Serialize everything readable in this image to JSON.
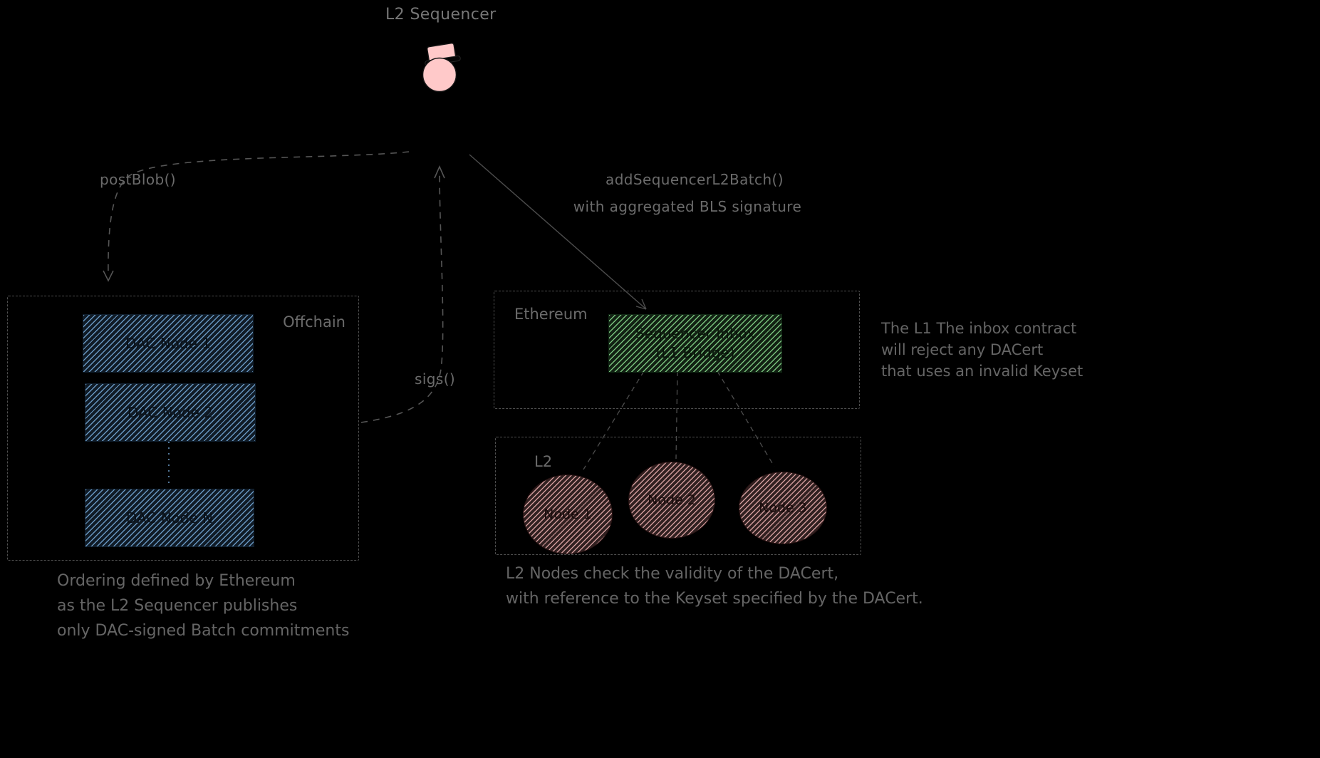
{
  "diagram_title": "L2 Sequencer",
  "edges": {
    "post_blob_label": "postBlob()",
    "sigs_label": "sigs()",
    "add_batch_label_line1": "addSequencerL2Batch()",
    "add_batch_label_line2": "with aggregated BLS signature"
  },
  "offchain_group": {
    "label": "Offchain",
    "nodes": [
      "DAC Node 1",
      "DAC Node 2",
      "DAC Node N"
    ]
  },
  "ethereum_group": {
    "label": "Ethereum",
    "inbox": {
      "line1": "Sequencer Inbox",
      "line2": "(L1 Bridge)"
    }
  },
  "l2_group": {
    "label": "L2",
    "nodes": [
      "Node 1",
      "Node 2",
      "Node 3"
    ]
  },
  "annotations": {
    "inbox_note": [
      "The L1 The inbox contract",
      "will reject any DACert",
      "that uses an invalid Keyset"
    ],
    "offchain_note": [
      "Ordering defined by Ethereum",
      "as the L2 Sequencer publishes",
      "only DAC-signed Batch commitments"
    ],
    "l2_note": [
      "L2 Nodes check the validity of the DACert,",
      "with reference to the Keyset specified by the DACert."
    ]
  },
  "colors": {
    "background": "#000000",
    "label_text": "#6b6b6b",
    "dac_node_fill": "#6c9cc8",
    "inbox_fill": "#7dc882",
    "l2_node_fill": "#d7a0a0",
    "sequencer_avatar": "#ffc9c9",
    "connector": "#4f4f4f"
  }
}
